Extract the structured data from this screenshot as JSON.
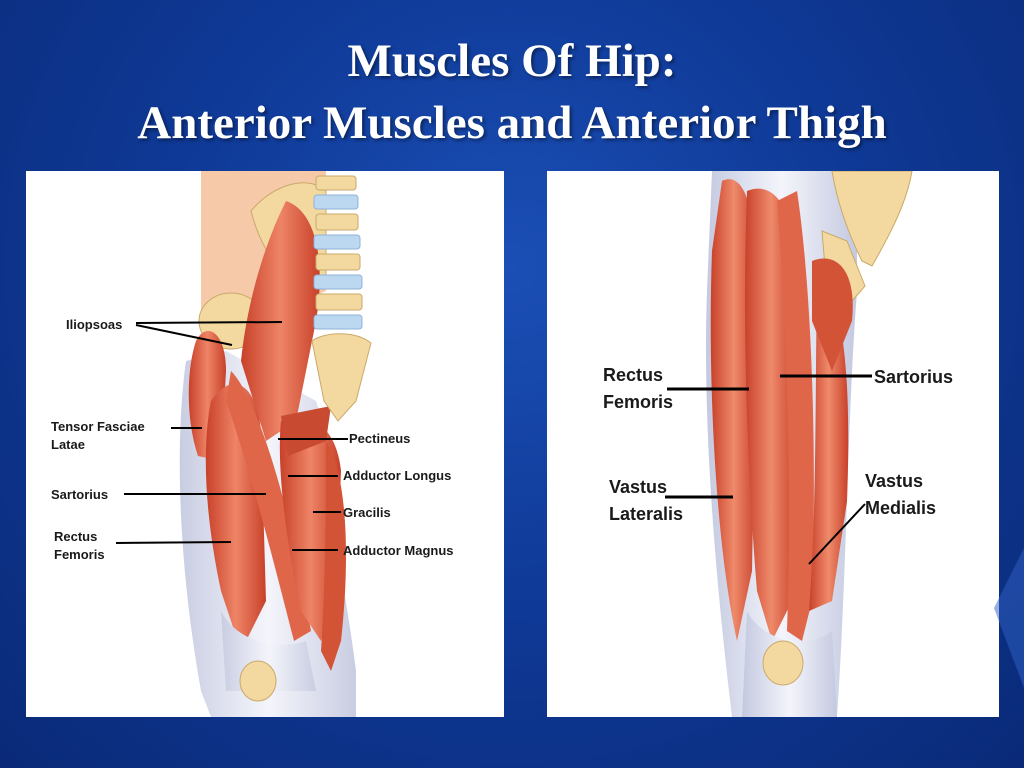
{
  "title": {
    "line1": "Muscles Of Hip:",
    "line2": "Anterior Muscles and Anterior Thigh"
  },
  "left_diagram": {
    "labels": {
      "iliopsoas": "Iliopsoas",
      "tensor_fasciae_latae_1": "Tensor Fasciae",
      "tensor_fasciae_latae_2": "Latae",
      "sartorius": "Sartorius",
      "rectus_femoris_1": "Rectus",
      "rectus_femoris_2": "Femoris",
      "pectineus": "Pectineus",
      "adductor_longus": "Adductor Longus",
      "gracilis": "Gracilis",
      "adductor_magnus": "Adductor Magnus"
    }
  },
  "right_diagram": {
    "labels": {
      "rectus_femoris_1": "Rectus",
      "rectus_femoris_2": "Femoris",
      "sartorius": "Sartorius",
      "vastus_lateralis_1": "Vastus",
      "vastus_lateralis_2": "Lateralis",
      "vastus_medialis_1": "Vastus",
      "vastus_medialis_2": "Medialis"
    }
  },
  "colors": {
    "background": "#0f3a98",
    "muscle": "#d9553a",
    "muscle_light": "#ee8a6a",
    "tendon": "#e3e6f0",
    "bone": "#f3d9a0",
    "skin": "#f6c9a8"
  }
}
